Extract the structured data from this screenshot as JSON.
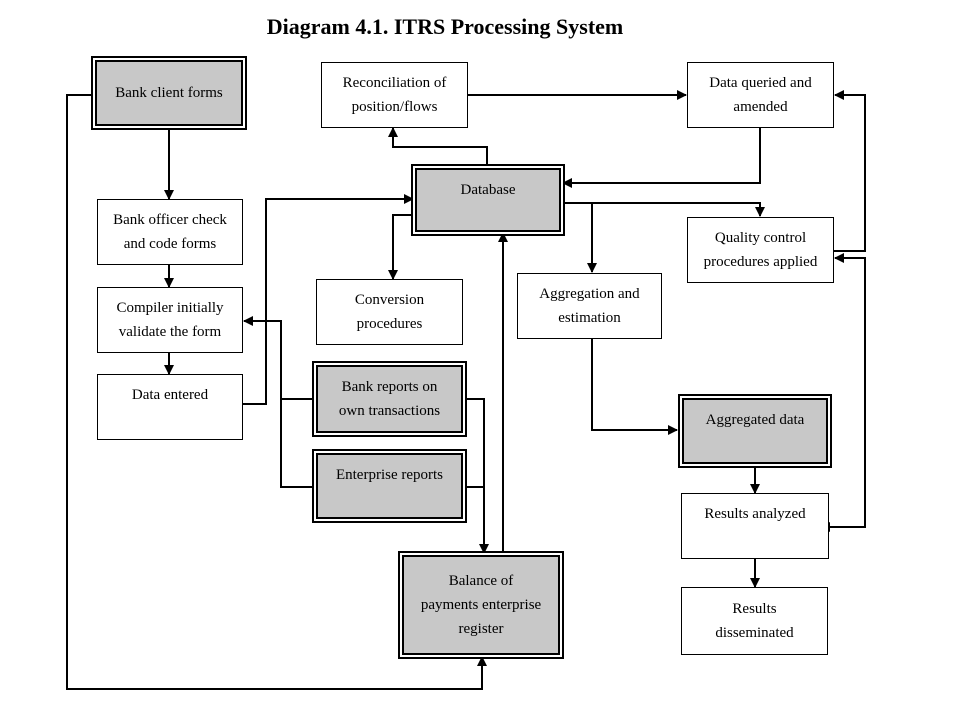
{
  "title": "Diagram 4.1. ITRS Processing System",
  "nodes": {
    "bank_client_forms": {
      "lines": [
        "Bank client forms"
      ]
    },
    "bank_officer_check": {
      "lines": [
        "Bank officer check",
        "and code forms"
      ]
    },
    "compiler_validate": {
      "lines": [
        "Compiler initially",
        "validate the form"
      ]
    },
    "data_entered": {
      "lines": [
        "Data entered"
      ]
    },
    "reconciliation": {
      "lines": [
        "Reconciliation of",
        "position/flows"
      ]
    },
    "database": {
      "lines": [
        "Database"
      ]
    },
    "conversion": {
      "lines": [
        "Conversion",
        "procedures"
      ]
    },
    "bank_reports": {
      "lines": [
        "Bank reports on",
        "own transactions"
      ]
    },
    "enterprise_reports": {
      "lines": [
        "Enterprise reports"
      ]
    },
    "bop_register": {
      "lines": [
        "Balance of",
        "payments enterprise",
        "register"
      ]
    },
    "data_queried": {
      "lines": [
        "Data queried and",
        "amended"
      ]
    },
    "quality_control": {
      "lines": [
        "Quality control",
        "procedures applied"
      ]
    },
    "aggregation": {
      "lines": [
        "Aggregation and",
        "estimation"
      ]
    },
    "aggregated_data": {
      "lines": [
        "Aggregated data"
      ]
    },
    "results_analyzed": {
      "lines": [
        "Results analyzed"
      ]
    },
    "results_disseminated": {
      "lines": [
        "Results",
        "disseminated"
      ]
    }
  }
}
